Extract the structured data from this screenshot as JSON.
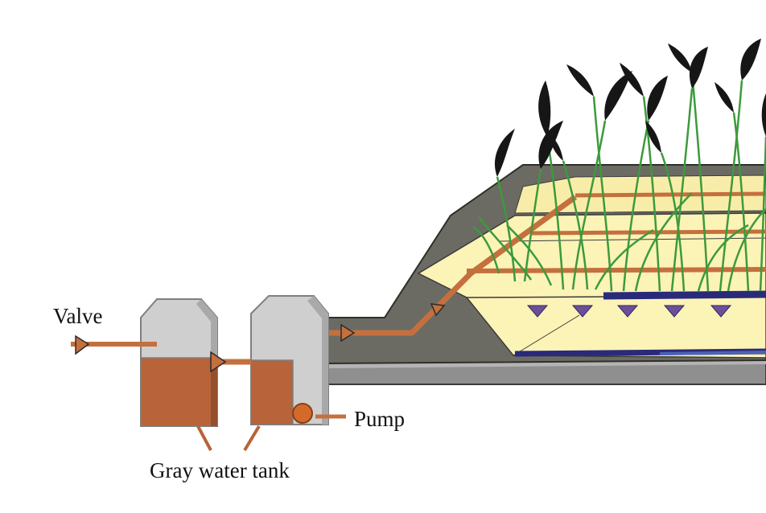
{
  "labels": {
    "valve": "Valve",
    "pump": "Pump",
    "gray_water_tank": "Gray water tank"
  },
  "colors": {
    "water": "#b8633a",
    "pipe": "#c4703e",
    "tank_gray": "#cfcfcf",
    "tank_outline": "#7f7f7f",
    "berm": "#6b6b63",
    "base": "#8f8f8f",
    "gravel": "#fcf3b7",
    "reed_green": "#3c9a3c",
    "plume": "#161616",
    "distribution_pipe": "#2a2a7a",
    "drip_triangles": "#6d4e99"
  },
  "icons": [
    "flow-arrow-icon",
    "reed-icon",
    "pump-icon"
  ]
}
